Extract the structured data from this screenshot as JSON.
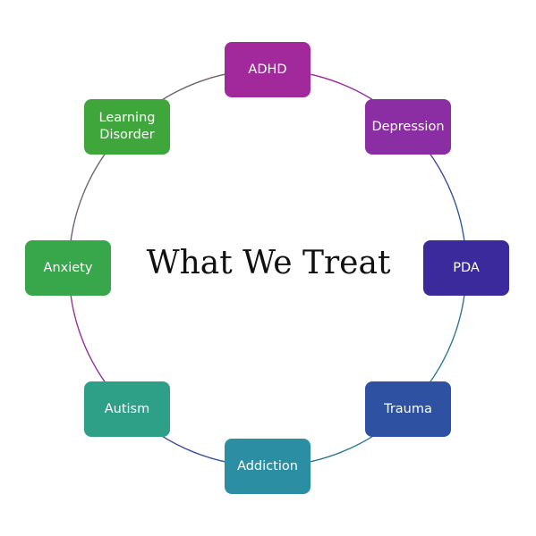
{
  "title": "What We Treat",
  "items": [
    {
      "label": "ADHD",
      "color": "#a1299c"
    },
    {
      "label": "Depression",
      "color": "#8b2ea3"
    },
    {
      "label": "PDA",
      "color": "#3b2a9c"
    },
    {
      "label": "Trauma",
      "color": "#2e51a2"
    },
    {
      "label": "Addiction",
      "color": "#2b8ea3"
    },
    {
      "label": "Autism",
      "color": "#2ea088"
    },
    {
      "label": "Anxiety",
      "color": "#38a64a"
    },
    {
      "label": "Learning\nDisorder",
      "color": "#3fa63c"
    }
  ]
}
